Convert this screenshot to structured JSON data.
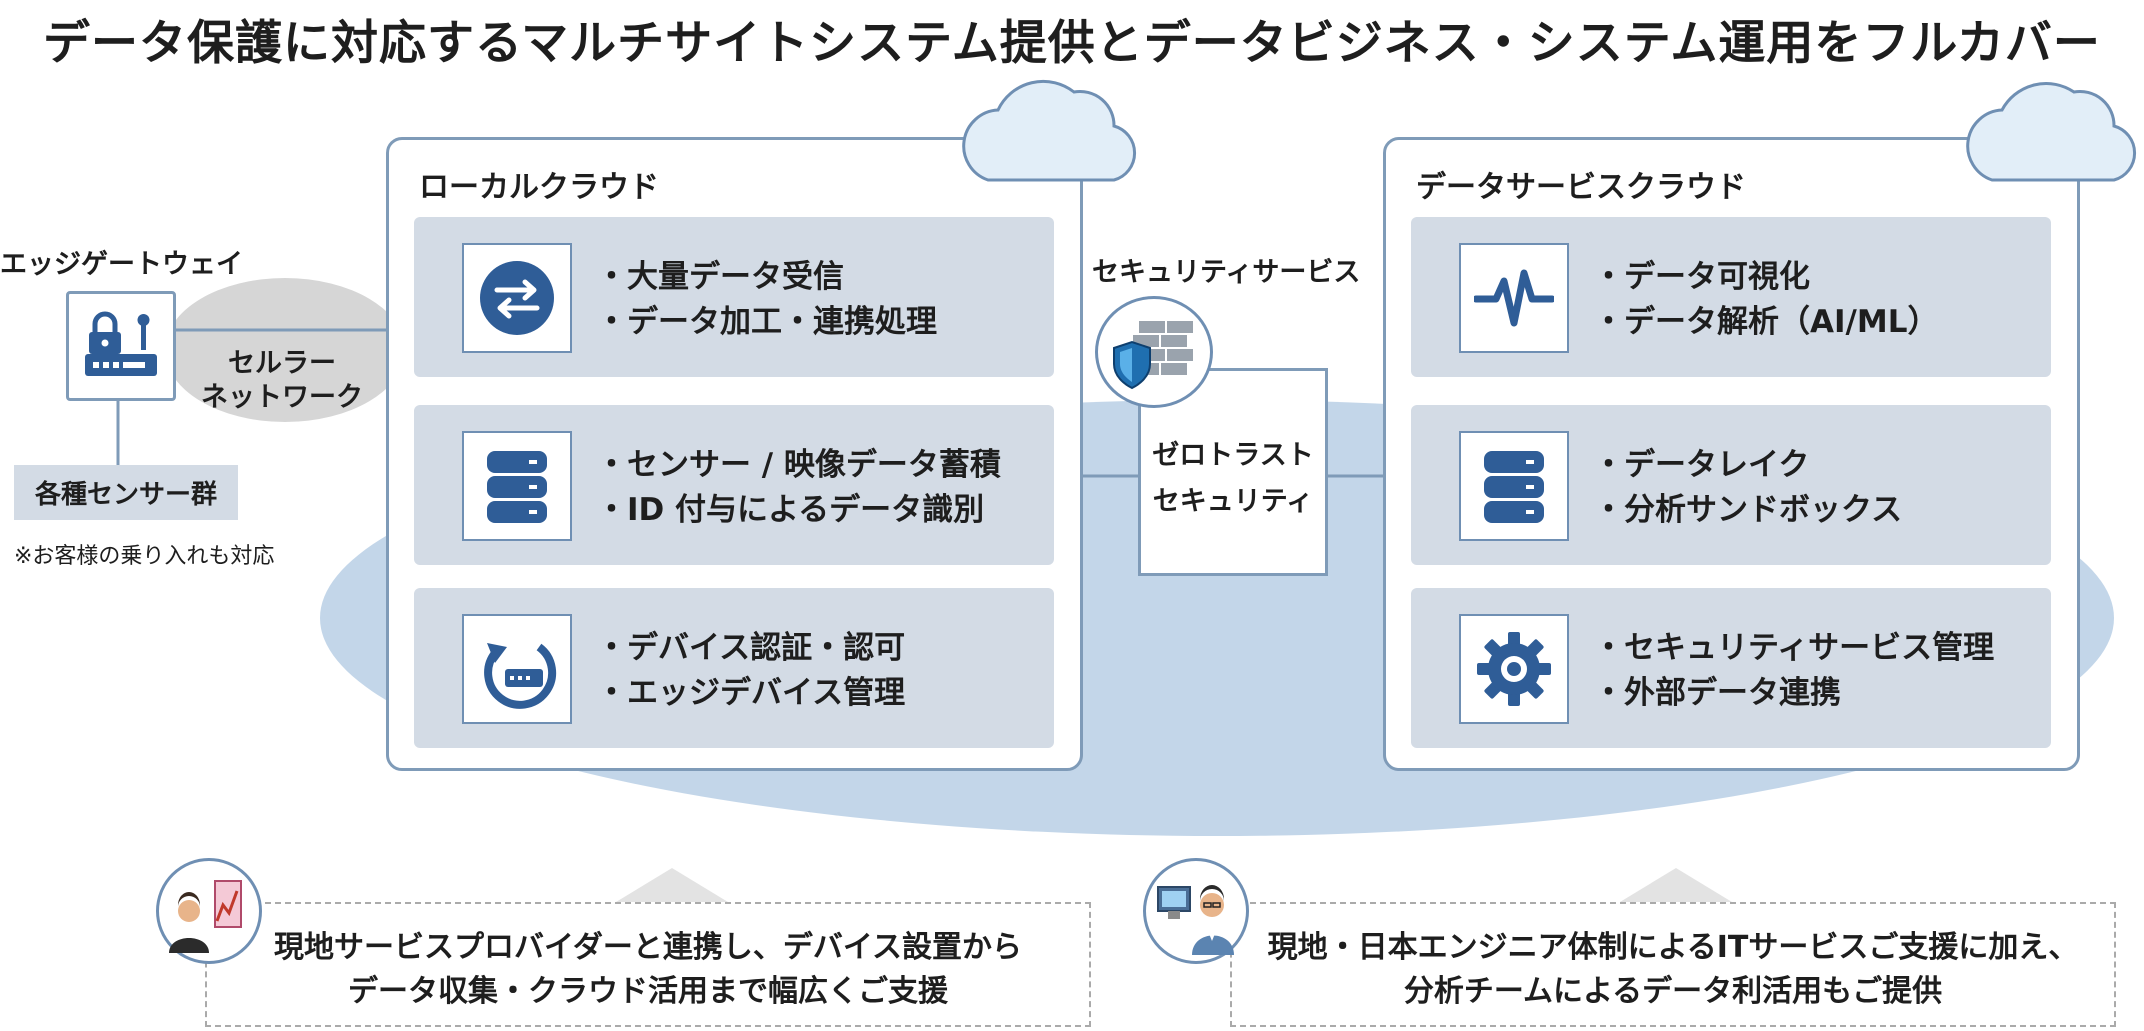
{
  "title": "データ保護に対応するマルチサイトシステム提供とデータビジネス・システム運用をフルカバー",
  "edge": {
    "gateway_label": "エッジゲートウェイ",
    "network_label_1": "セルラー",
    "network_label_2": "ネットワーク",
    "sensor_label": "各種センサー群",
    "note": "※お客様の乗り入れも対応"
  },
  "local_cloud": {
    "title": "ローカルクラウド",
    "rows": [
      {
        "line1": "・大量データ受信",
        "line2": "・データ加工・連携処理",
        "icon": "transfer-arrows-icon"
      },
      {
        "line1": "・センサー / 映像データ蓄積",
        "line2": "・ID 付与によるデータ識別",
        "icon": "database-icon"
      },
      {
        "line1": "・デバイス認証・認可",
        "line2": "・エッジデバイス管理",
        "icon": "device-refresh-icon"
      }
    ]
  },
  "security": {
    "label": "セキュリティサービス",
    "zt_line1": "ゼロトラスト",
    "zt_line2": "セキュリティ",
    "icon": "firewall-shield-icon"
  },
  "data_cloud": {
    "title": "データサービスクラウド",
    "rows": [
      {
        "line1": "・データ可視化",
        "line2": "・データ解析（AI/ML）",
        "icon": "pulse-icon"
      },
      {
        "line1": "・データレイク",
        "line2": "・分析サンドボックス",
        "icon": "database-icon"
      },
      {
        "line1": "・セキュリティサービス管理",
        "line2": "・外部データ連携",
        "icon": "gear-icon"
      }
    ]
  },
  "support": [
    {
      "line1": "現地サービスプロバイダーと連携し、デバイス設置から",
      "line2": "データ収集・クラウド活用まで幅広くご支援",
      "icon": "provider-person-icon"
    },
    {
      "line1": "現地・日本エンジニア体制によるITサービスご支援に加え、",
      "line2": "分析チームによるデータ利活用もご提供",
      "icon": "engineer-person-icon"
    }
  ],
  "colors": {
    "panel_border": "#7f9bb8",
    "row_fill": "#d3dbe5",
    "icon_blue": "#2f5d97",
    "ellipse_fill": "#b9cfe5",
    "cloud_fill": "#e2eef8"
  }
}
